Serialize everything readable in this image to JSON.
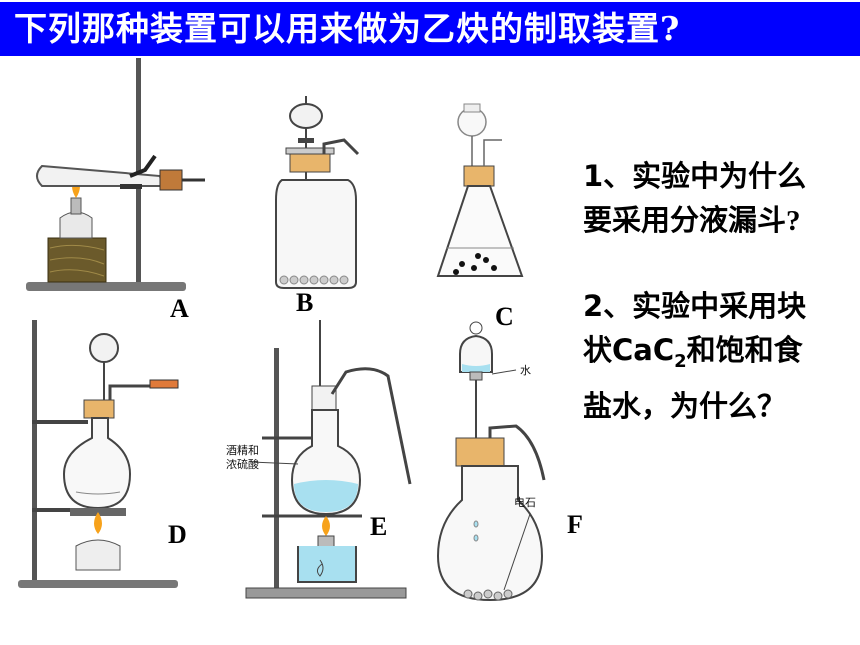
{
  "title": {
    "text": "下列那种装置可以用来做为乙炔的制取装置",
    "qmark": "?"
  },
  "labels": {
    "A": "A",
    "B": "B",
    "C": "C",
    "D": "D",
    "E": "E",
    "F": "F"
  },
  "diagram_notes": {
    "e_reagent": [
      "酒精和",
      "浓硫酸"
    ],
    "f_water": "水",
    "f_carbide": "电石"
  },
  "questions": {
    "q1": {
      "line1": "1、实验中为什么",
      "line2": "要采用分液漏斗",
      "mark": "?"
    },
    "q2": {
      "line1": "2、实验中采用块",
      "line2_pre": "状CaC",
      "line2_sub": "2",
      "line2_post": "和饱和食",
      "line3": "盐水，为什么？"
    }
  },
  "colors": {
    "title_bg": "#0000ff",
    "title_text": "#ffffff",
    "water": "#a8e0f0",
    "flame": "#f7a21b",
    "cork": "#e8b56b",
    "wood": "#6b5a2b"
  }
}
